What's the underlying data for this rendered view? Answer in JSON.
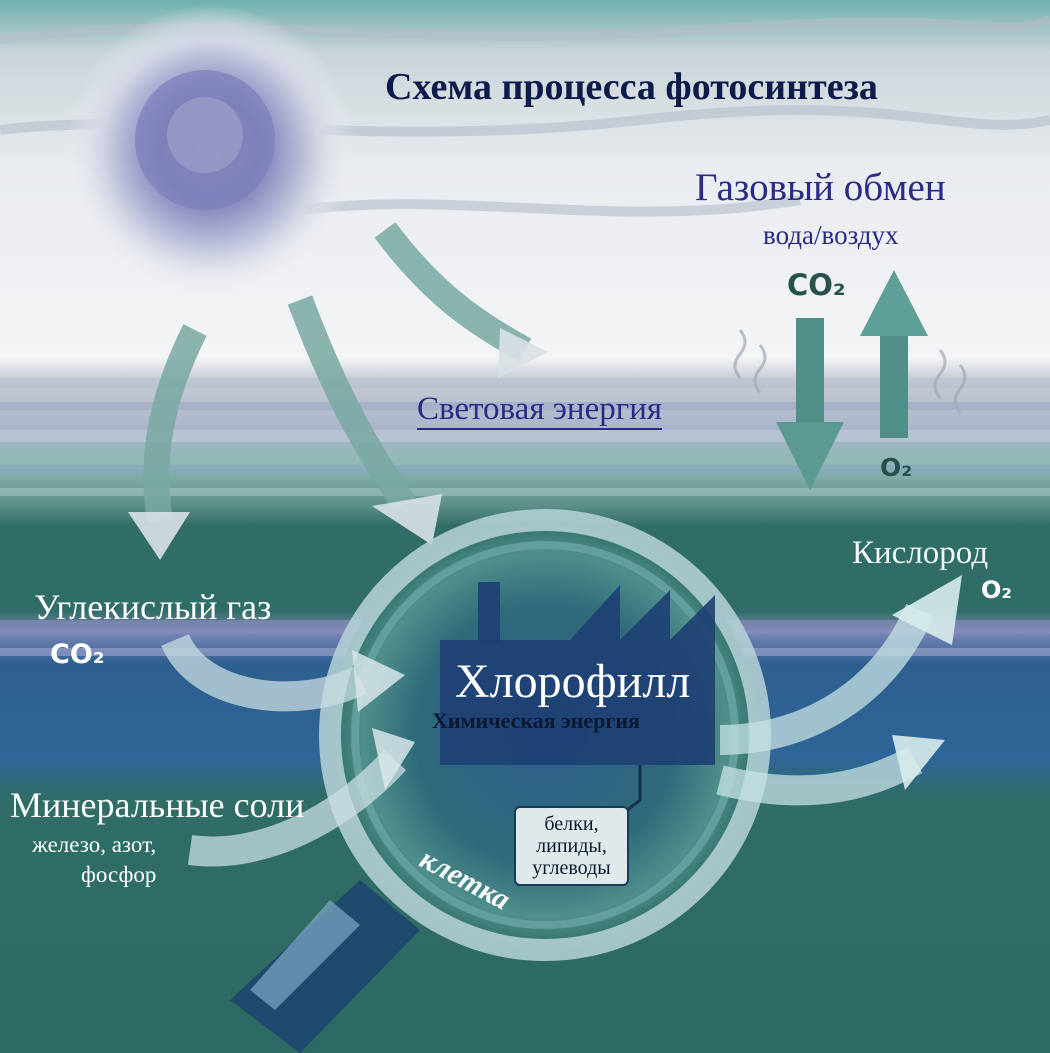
{
  "title": "Схема процесса фотосинтеза",
  "gas_exchange": {
    "title": "Газовый обмен",
    "subtitle": "вода/воздух",
    "co2": "CO₂",
    "o2": "O₂"
  },
  "light_energy": "Световая энергия",
  "oxygen": {
    "label": "Кислород",
    "formula": "O₂"
  },
  "carbon_dioxide": {
    "label": "Углекислый газ",
    "formula": "CO₂"
  },
  "chlorophyll": "Хлорофилл",
  "chemical_energy": "Химическая энергия",
  "minerals": {
    "label": "Минеральные соли",
    "detail_line1": "железо, азот,",
    "detail_line2": "фосфор"
  },
  "products": [
    "белки,",
    "липиды,",
    "углеводы"
  ],
  "cell": "клетка",
  "colors": {
    "sky_light": "#e9ecf0",
    "sea_dark": "#2f6d66",
    "navy_text": "#2b2a86",
    "teal_arrow": "#5a9a90"
  }
}
